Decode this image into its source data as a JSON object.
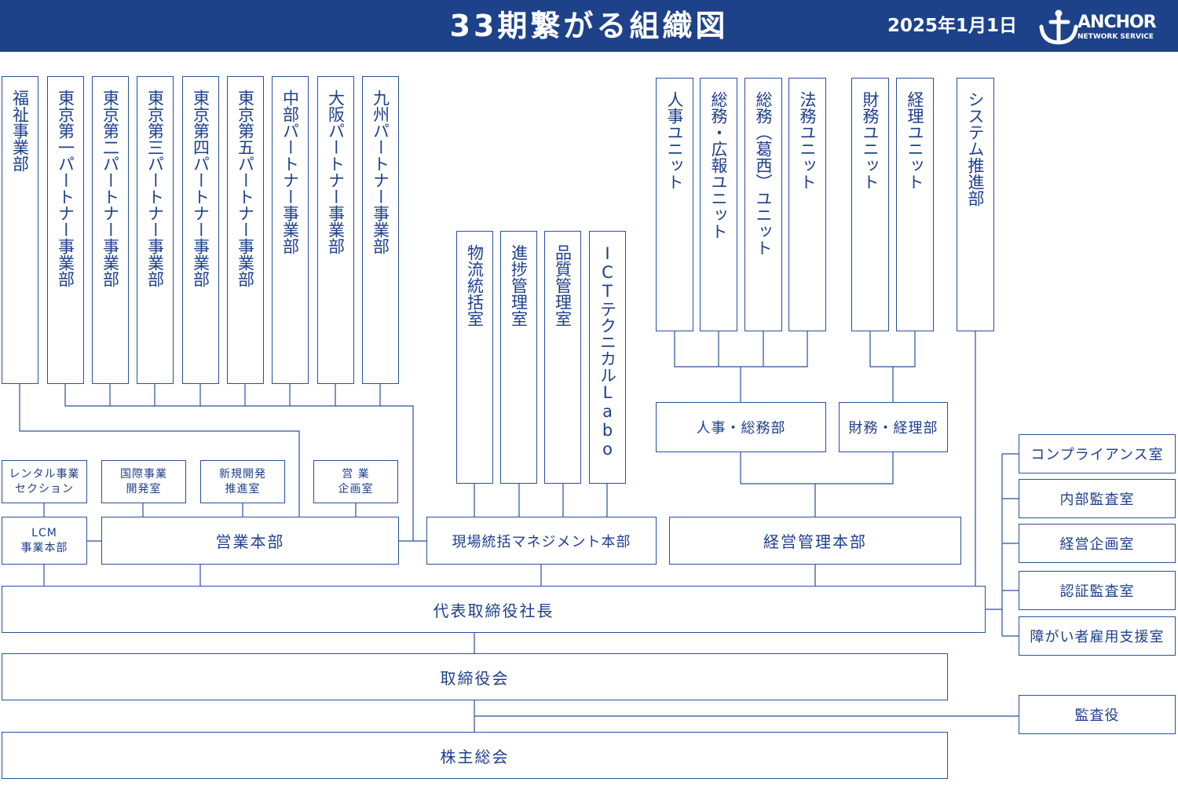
{
  "header": {
    "title": "33期繋がる組織図",
    "date": "2025年1月1日",
    "logo_name": "ANCHOR",
    "logo_sub": "NETWORK SERVICE"
  },
  "colors": {
    "brand": "#1d428a",
    "line": "#2a4f9e",
    "text": "#1d3f8b",
    "background": "#ffffff"
  },
  "sales_divisions": [
    "福祉事業部",
    "東京第一パートナー事業部",
    "東京第二パートナー事業部",
    "東京第三パートナー事業部",
    "東京第四パートナー事業部",
    "東京第五パートナー事業部",
    "中部パートナー事業部",
    "大阪パートナー事業部",
    "九州パートナー事業部"
  ],
  "sales_offices": [
    "レンタル事業\nセクション",
    "国際事業\n開発室",
    "新規開発\n推進室",
    "営 業\n企画室"
  ],
  "lcm": "LCM\n事業本部",
  "sales_hq": "営業本部",
  "field_units": [
    "物流統括室",
    "進捗管理室",
    "品質管理室",
    "ICTテクニカルLabo"
  ],
  "field_hq": "現場統括マネジメント本部",
  "admin_units": [
    "人事ユニット",
    "総務・広報ユニット",
    "総務（葛西）ユニット",
    "法務ユニット"
  ],
  "finance_units": [
    "財務ユニット",
    "経理ユニット"
  ],
  "system_dept": "システム推進部",
  "admin_dept": "人事・総務部",
  "finance_dept": "財務・経理部",
  "management_hq": "経営管理本部",
  "staff_offices": [
    "コンプライアンス室",
    "内部監査室",
    "経営企画室",
    "認証監査室",
    "障がい者雇用支援室"
  ],
  "president": "代表取締役社長",
  "board": "取締役会",
  "auditor": "監査役",
  "shareholders": "株主総会"
}
